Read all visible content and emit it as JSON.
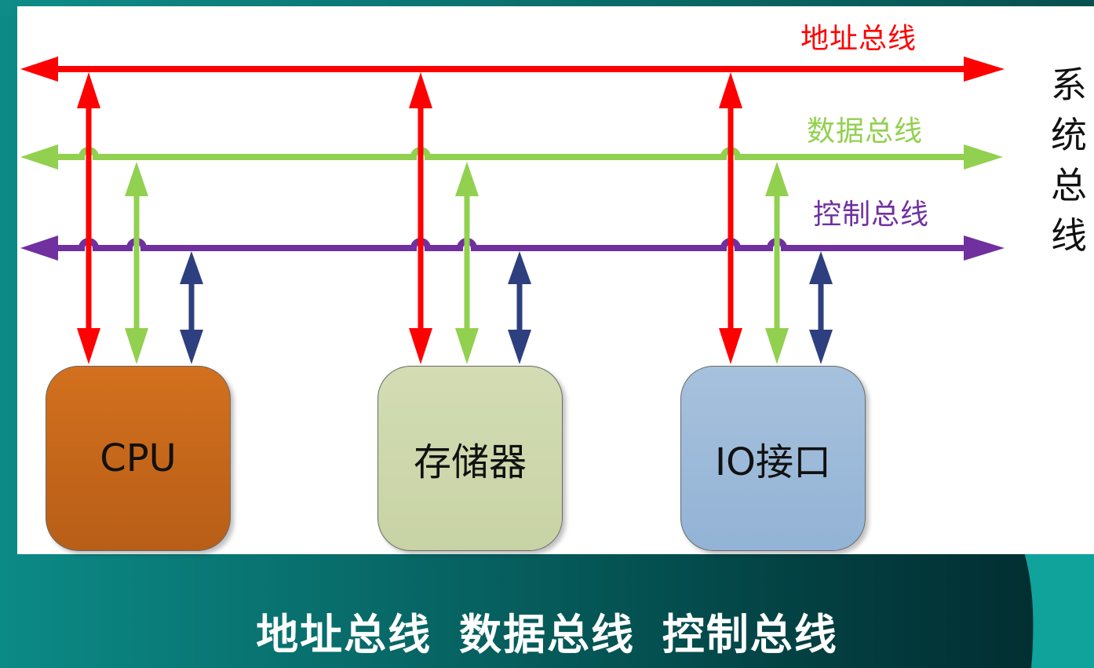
{
  "colors": {
    "address_bus": "#ff0000",
    "data_bus": "#92d050",
    "control_bus": "#7030a0",
    "io_link": "#2e3f7f",
    "cpu_fill": "#c8661b",
    "memory_fill": "#cdd7ad",
    "io_fill": "#9dbad9"
  },
  "diagram": {
    "buses": {
      "address": "地址总线",
      "data": "数据总线",
      "control": "控制总线"
    },
    "system_bus_label": [
      "系",
      "统",
      "总",
      "线"
    ],
    "components": {
      "cpu": "CPU",
      "memory": "存储器",
      "io": "IO接口"
    }
  },
  "caption": "地址总线  数据总线  控制总线"
}
